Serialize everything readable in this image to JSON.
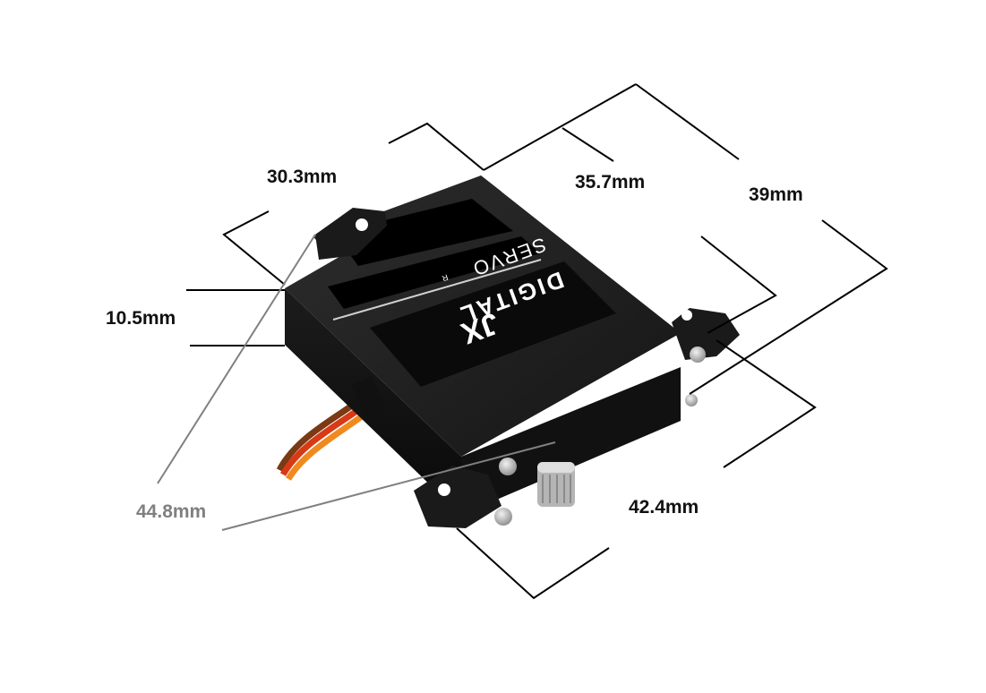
{
  "product": {
    "brand_mark": "JX",
    "label_line1": "DIGITAL",
    "label_line2": "SERVO",
    "registered_mark": "R"
  },
  "dimensions": {
    "width_top": "30.3mm",
    "length_top": "35.7mm",
    "overall_length": "39mm",
    "thickness": "10.5mm",
    "mount_diagonal": "44.8mm",
    "tab_length": "42.4mm"
  },
  "colors": {
    "dimension_text": "#111111",
    "mount_diagonal_text": "#808080",
    "dimension_line": "#000000",
    "servo_body": "#1b1b1b",
    "servo_top": "#2a2a2a",
    "lead_orange": "#f08a1e",
    "lead_red": "#d83a16",
    "lead_brown": "#7a3a14",
    "spline_metal": "#b5b5b5"
  }
}
